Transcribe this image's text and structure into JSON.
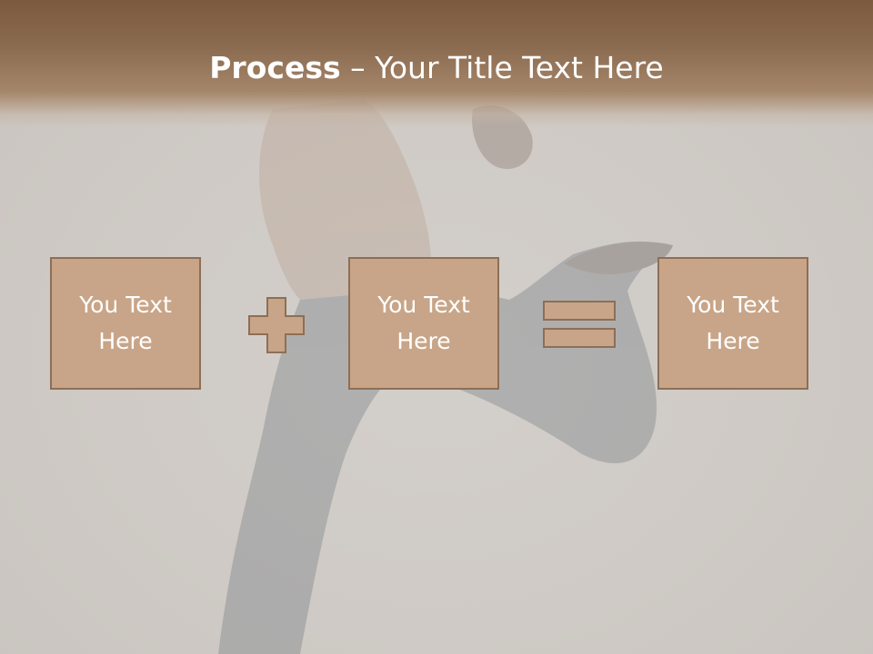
{
  "title": {
    "bold": "Process",
    "rest": " – Your Title Text Here"
  },
  "boxes": [
    {
      "text": "You Text Here"
    },
    {
      "text": "You Text Here"
    },
    {
      "text": "You Text Here"
    }
  ],
  "operators": [
    "plus-icon",
    "equals-icon"
  ],
  "colors": {
    "title_bar": "#7b5a3e",
    "box_fill": "#c8a588",
    "box_border": "#8d6f56",
    "text": "#ffffff",
    "background": "#d0ccc7"
  }
}
